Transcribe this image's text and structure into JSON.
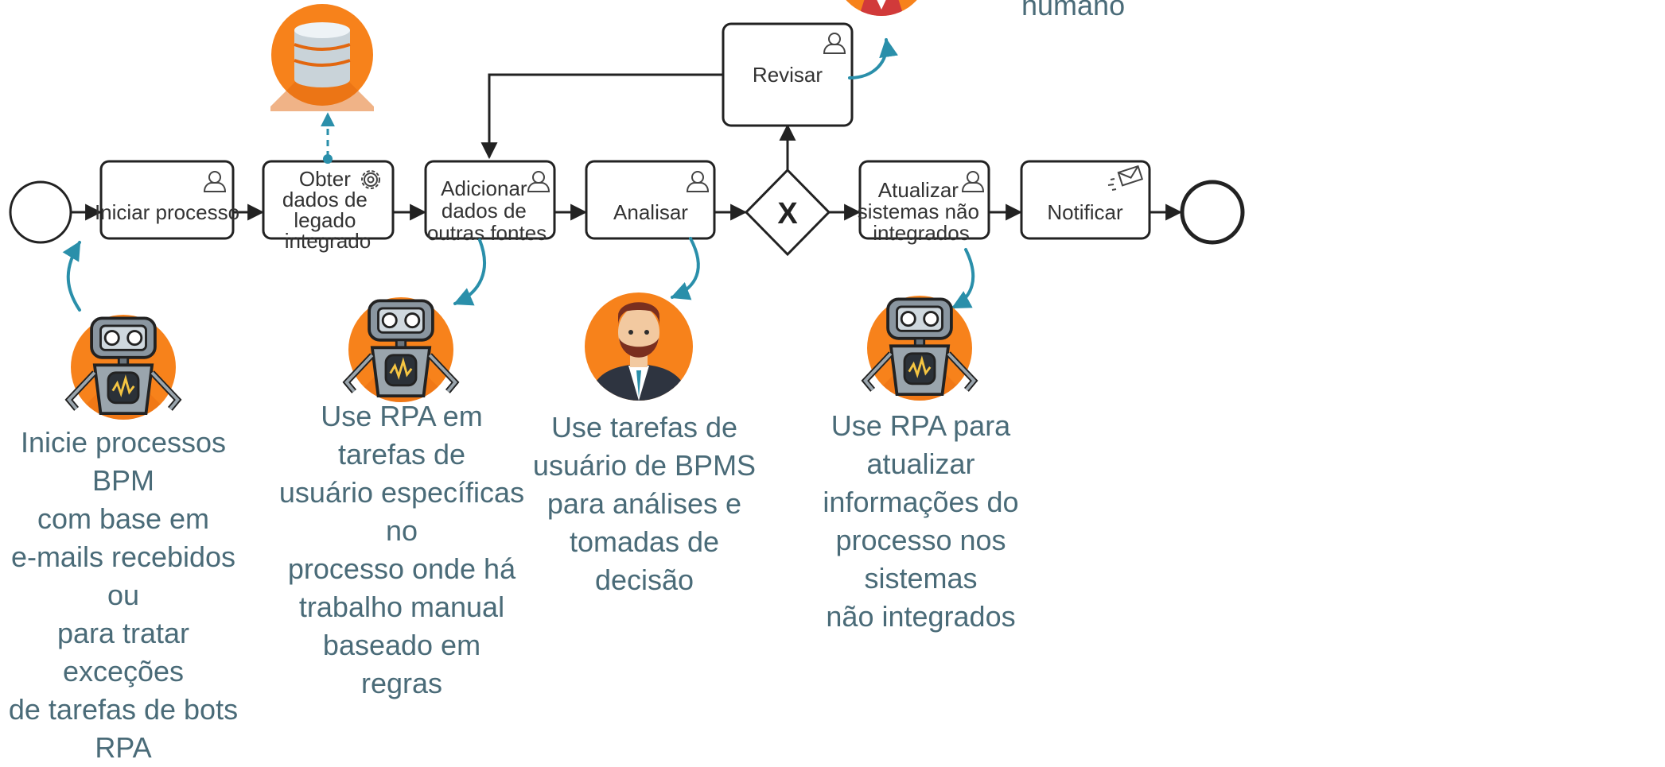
{
  "tasks": {
    "iniciar": {
      "lines": [
        "Iniciar processo"
      ]
    },
    "obter": {
      "lines": [
        "Obter",
        "dados de",
        "legado",
        "integrado"
      ]
    },
    "adicionar": {
      "lines": [
        "Adicionar",
        "dados de",
        "outras fontes"
      ]
    },
    "analisar": {
      "lines": [
        "Analisar"
      ]
    },
    "revisar": {
      "lines": [
        "Revisar"
      ]
    },
    "atualizar": {
      "lines": [
        "Atualizar",
        "sistemas não",
        "integrados"
      ]
    },
    "notificar": {
      "lines": [
        "Notificar"
      ]
    }
  },
  "gateway": {
    "symbol": "X"
  },
  "top_caption": "humano",
  "captions": [
    {
      "lines": [
        "Inicie processos BPM",
        "com base em",
        "e-mails recebidos ou",
        "para tratar exceções",
        "de tarefas de bots RPA"
      ]
    },
    {
      "lines": [
        "Use RPA em tarefas de",
        "usuário específicas no",
        "processo onde há",
        "trabalho manual",
        "baseado em regras"
      ]
    },
    {
      "lines": [
        "Use tarefas de",
        "usuário de BPMS",
        "para análises e",
        "tomadas de decisão"
      ]
    },
    {
      "lines": [
        "Use RPA para atualizar",
        "informações do",
        "processo nos sistemas",
        "não integrados"
      ]
    }
  ],
  "icons": {
    "task_type": [
      "user-icon",
      "gear-icon",
      "mail-icon"
    ],
    "actors": [
      "robot-icon",
      "businessman-icon",
      "person-icon",
      "database-icon"
    ]
  },
  "colors": {
    "orange": "#f7821b",
    "teal_arrow": "#2a8faa",
    "caption_text": "#4a6b78",
    "stroke": "#222222"
  }
}
